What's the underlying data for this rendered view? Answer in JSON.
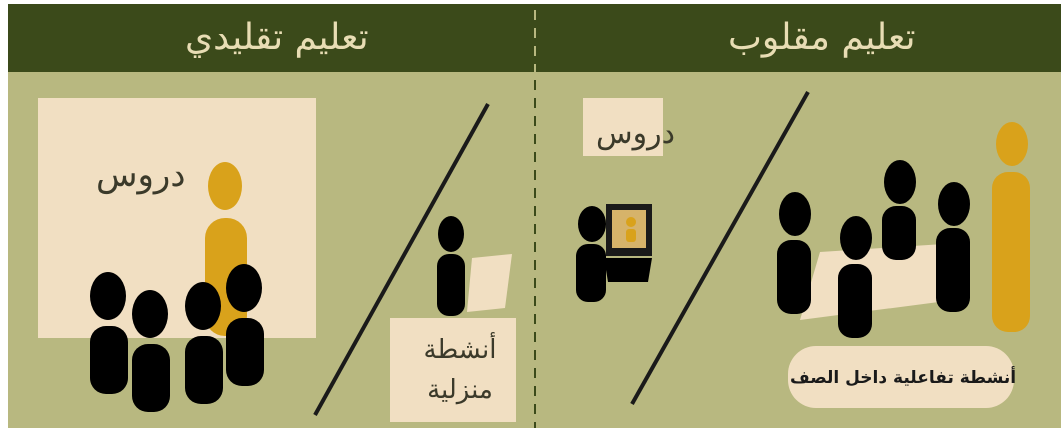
{
  "header": {
    "traditional_title": "تعليم تقليدي",
    "flipped_title": "تعليم مقلوب"
  },
  "traditional": {
    "lessons_label": "دروس",
    "home_activities_label": "أنشطة منزلية"
  },
  "flipped": {
    "lessons_label": "دروس",
    "class_activities_label": "أنشطة تفاعلية داخل الصف"
  },
  "colors": {
    "header_bg": "#3b4a1a",
    "header_text": "#e8ddb4",
    "panel_bg": "#b8b880",
    "board": "#f1dfc2",
    "teacher": "#d9a21b",
    "student": "#000000"
  }
}
